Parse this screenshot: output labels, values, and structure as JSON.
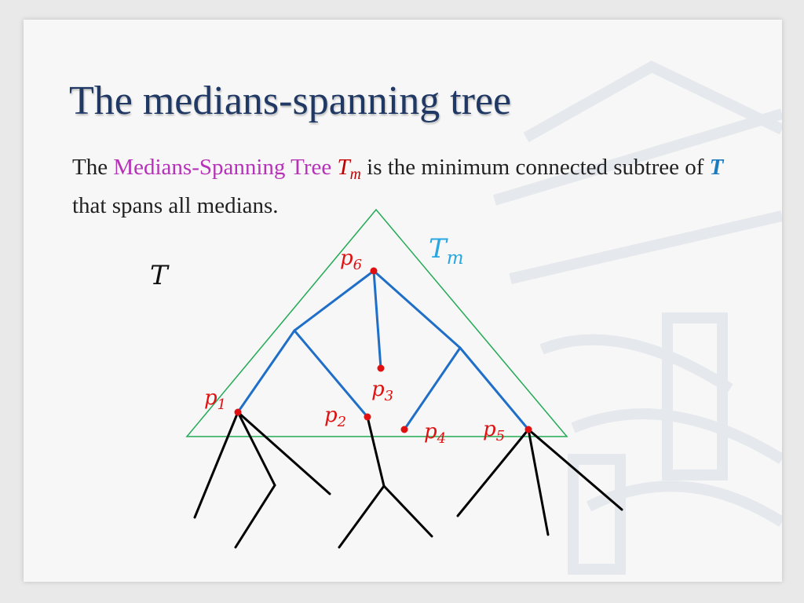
{
  "slide": {
    "title": "The medians-spanning tree",
    "body": {
      "part1": "The",
      "term": "Medians-Spanning Tree",
      "math_tm": "T",
      "math_tm_sub": "m",
      "part2": "is the minimum connected subtree of",
      "math_t": "T",
      "part3": "that spans all medians."
    }
  },
  "diagram": {
    "tree_label": "T",
    "subtree_label": "T",
    "subtree_label_sub": "m",
    "medians": [
      {
        "base": "p",
        "sub": "6"
      },
      {
        "base": "p",
        "sub": "3"
      },
      {
        "base": "p",
        "sub": "1"
      },
      {
        "base": "p",
        "sub": "2"
      },
      {
        "base": "p",
        "sub": "4"
      },
      {
        "base": "p",
        "sub": "5"
      }
    ]
  },
  "colors": {
    "title": "#1f3864",
    "term": "#b632b8",
    "median": "#e01010",
    "subtree_edge": "#1f6fc8",
    "tree_edge": "#000000",
    "triangle": "#22aa55",
    "subtree_label": "#2aa6e0"
  }
}
